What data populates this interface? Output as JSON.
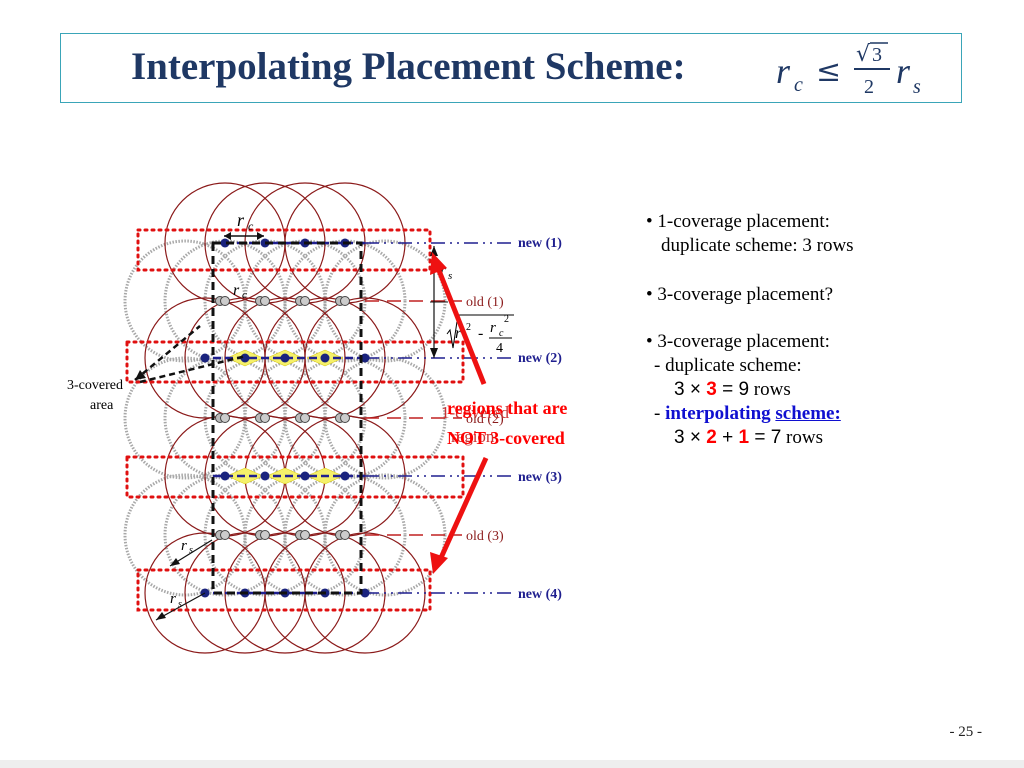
{
  "title": {
    "text": "Interpolating Placement Scheme:",
    "formula": {
      "r": "r",
      "sub_c": "c",
      "le": "≤",
      "sqrt": "√",
      "three": "3",
      "two": "2",
      "sub_s": "s"
    }
  },
  "diagram": {
    "row_labels": [
      "new (1)",
      "old (1)",
      "new (2)",
      "old (2)",
      "new (3)",
      "old (3)",
      "new (4)"
    ],
    "three_covered_label_line1": "3-covered",
    "three_covered_label_line2": "area",
    "one_covered_overlay": "1-covered",
    "one_covered_overlay2": "region",
    "red_annotation_line1": "regions that are",
    "red_annotation_line2": "NOT 3-covered",
    "rc_label": "r",
    "rc_sub": "c",
    "rs_label": "r",
    "rs_sub": "s",
    "height_formula": {
      "r": "r",
      "sq": "2",
      "minus": "-",
      "rc": "r",
      "rc_sub": "c",
      "rc_sq": "2",
      "den": "4"
    }
  },
  "bullets": {
    "b1_line1": "• 1-coverage placement:",
    "b1_line2": "duplicate scheme: 3 rows",
    "b2": "• 3-coverage placement?",
    "b3_line1": "• 3-coverage placement:",
    "b3_line2": "- duplicate scheme:",
    "b3_dup_a": "3 × ",
    "b3_dup_b": "3",
    "b3_dup_c": " = 9",
    "b3_dup_rows": " rows",
    "b3_interp_dash": "- ",
    "b3_interp_word": "interpolating",
    "b3_interp_scheme": "scheme:",
    "b3_int_a": "3 × ",
    "b3_int_b": "2",
    "b3_int_c": " + ",
    "b3_int_d": "1",
    "b3_int_e": " = 7",
    "b3_int_rows": " rows"
  },
  "footer": {
    "page": "- 25 -"
  },
  "colors": {
    "title": "#1f3864",
    "red": "#ff0000",
    "blue": "#1010d0",
    "circle_red": "#8b1a1a",
    "circle_gray": "#a0a0a0",
    "node": "#1a237e"
  }
}
